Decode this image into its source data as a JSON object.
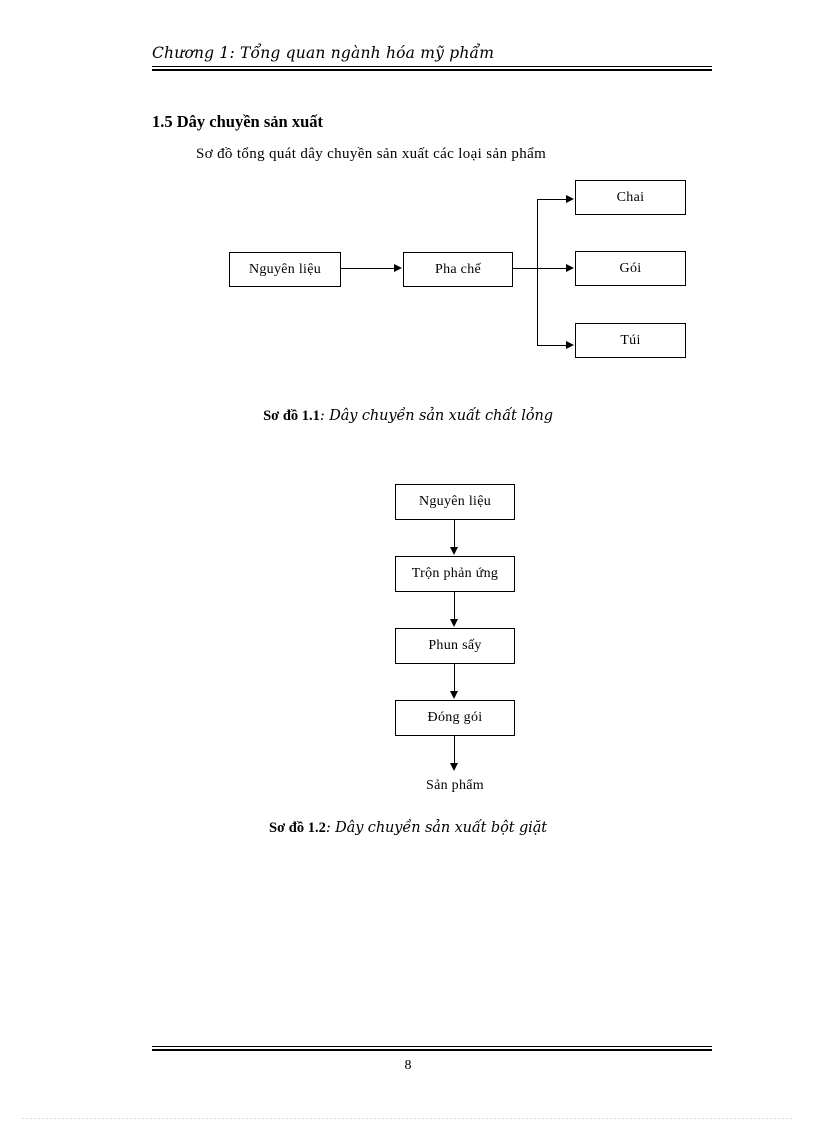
{
  "header": {
    "running_title": "Chương 1: Tổng quan ngành hóa mỹ phẩm"
  },
  "section": {
    "heading": "1.5 Dây chuyền sản xuất",
    "intro": "Sơ đồ tổng quát dây chuyền sản xuất các loại sản phẩm"
  },
  "figure1": {
    "nodes": {
      "raw": "Nguyên liệu",
      "mix": "Pha chế",
      "bottle": "Chai",
      "packet": "Gói",
      "bag": "Túi"
    },
    "caption_label": "Sơ đồ 1.1",
    "caption_text": ": Dây chuyền sản xuất chất lỏng"
  },
  "figure2": {
    "nodes": {
      "raw": "Nguyên liệu",
      "react": "Trộn phản ứng",
      "spray": "Phun sấy",
      "pack": "Đóng gói",
      "product": "Sản phẩm"
    },
    "caption_label": "Sơ đồ 1.2",
    "caption_text": ": Dây chuyền sản xuất bột giặt"
  },
  "footer": {
    "page_number": "8"
  }
}
